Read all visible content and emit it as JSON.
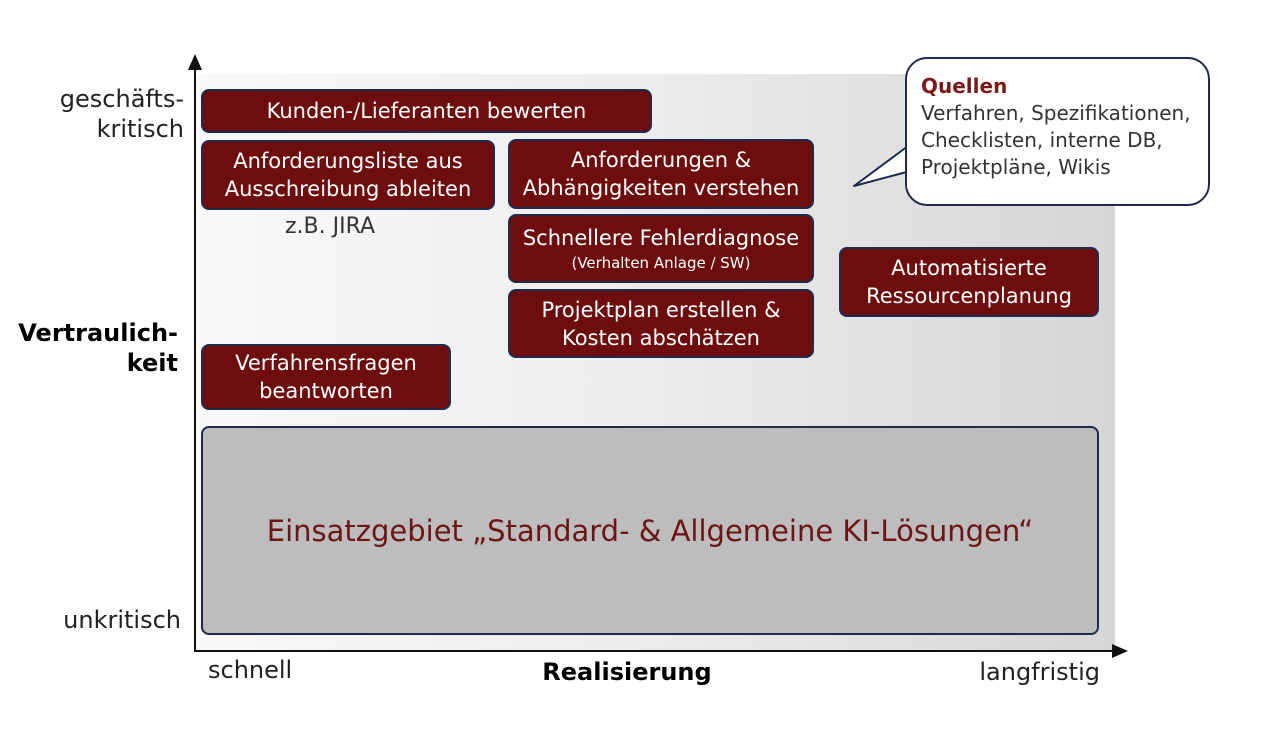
{
  "y_axis": {
    "title": "Vertraulich-\nkeit",
    "top_label": "geschäfts-\nkritisch",
    "bottom_label": "unkritisch"
  },
  "x_axis": {
    "title": "Realisierung",
    "left_label": "schnell",
    "right_label": "langfristig"
  },
  "boxes": {
    "kunden": "Kunden-/Lieferanten bewerten",
    "anforderungsliste": "Anforderungsliste aus\nAusschreibung ableiten",
    "anforderungen": "Anforderungen &\nAbhängigkeiten verstehen",
    "fehlerdiagnose_title": "Schnellere Fehlerdiagnose",
    "fehlerdiagnose_sub": "(Verhalten Anlage / SW)",
    "projektplan": "Projektplan erstellen &\nKosten abschätzen",
    "ressourcen": "Automatisierte\nRessourcenplanung",
    "verfahrensfragen": "Verfahrensfragen\nbeantworten"
  },
  "note": "z.B. JIRA",
  "region_label": "Einsatzgebiet „Standard- & Allgemeine KI-Lösungen“",
  "callout": {
    "title": "Quellen",
    "text": "Verfahren, Spezifikationen,\nChecklisten, interne DB,\nProjektpläne, Wikis"
  },
  "colors": {
    "box_fill": "#6d0d0d",
    "box_border": "#1e2b4e",
    "region_fill": "#bdbdbd",
    "region_text": "#6d1414",
    "callout_title": "#7a1a1a"
  }
}
